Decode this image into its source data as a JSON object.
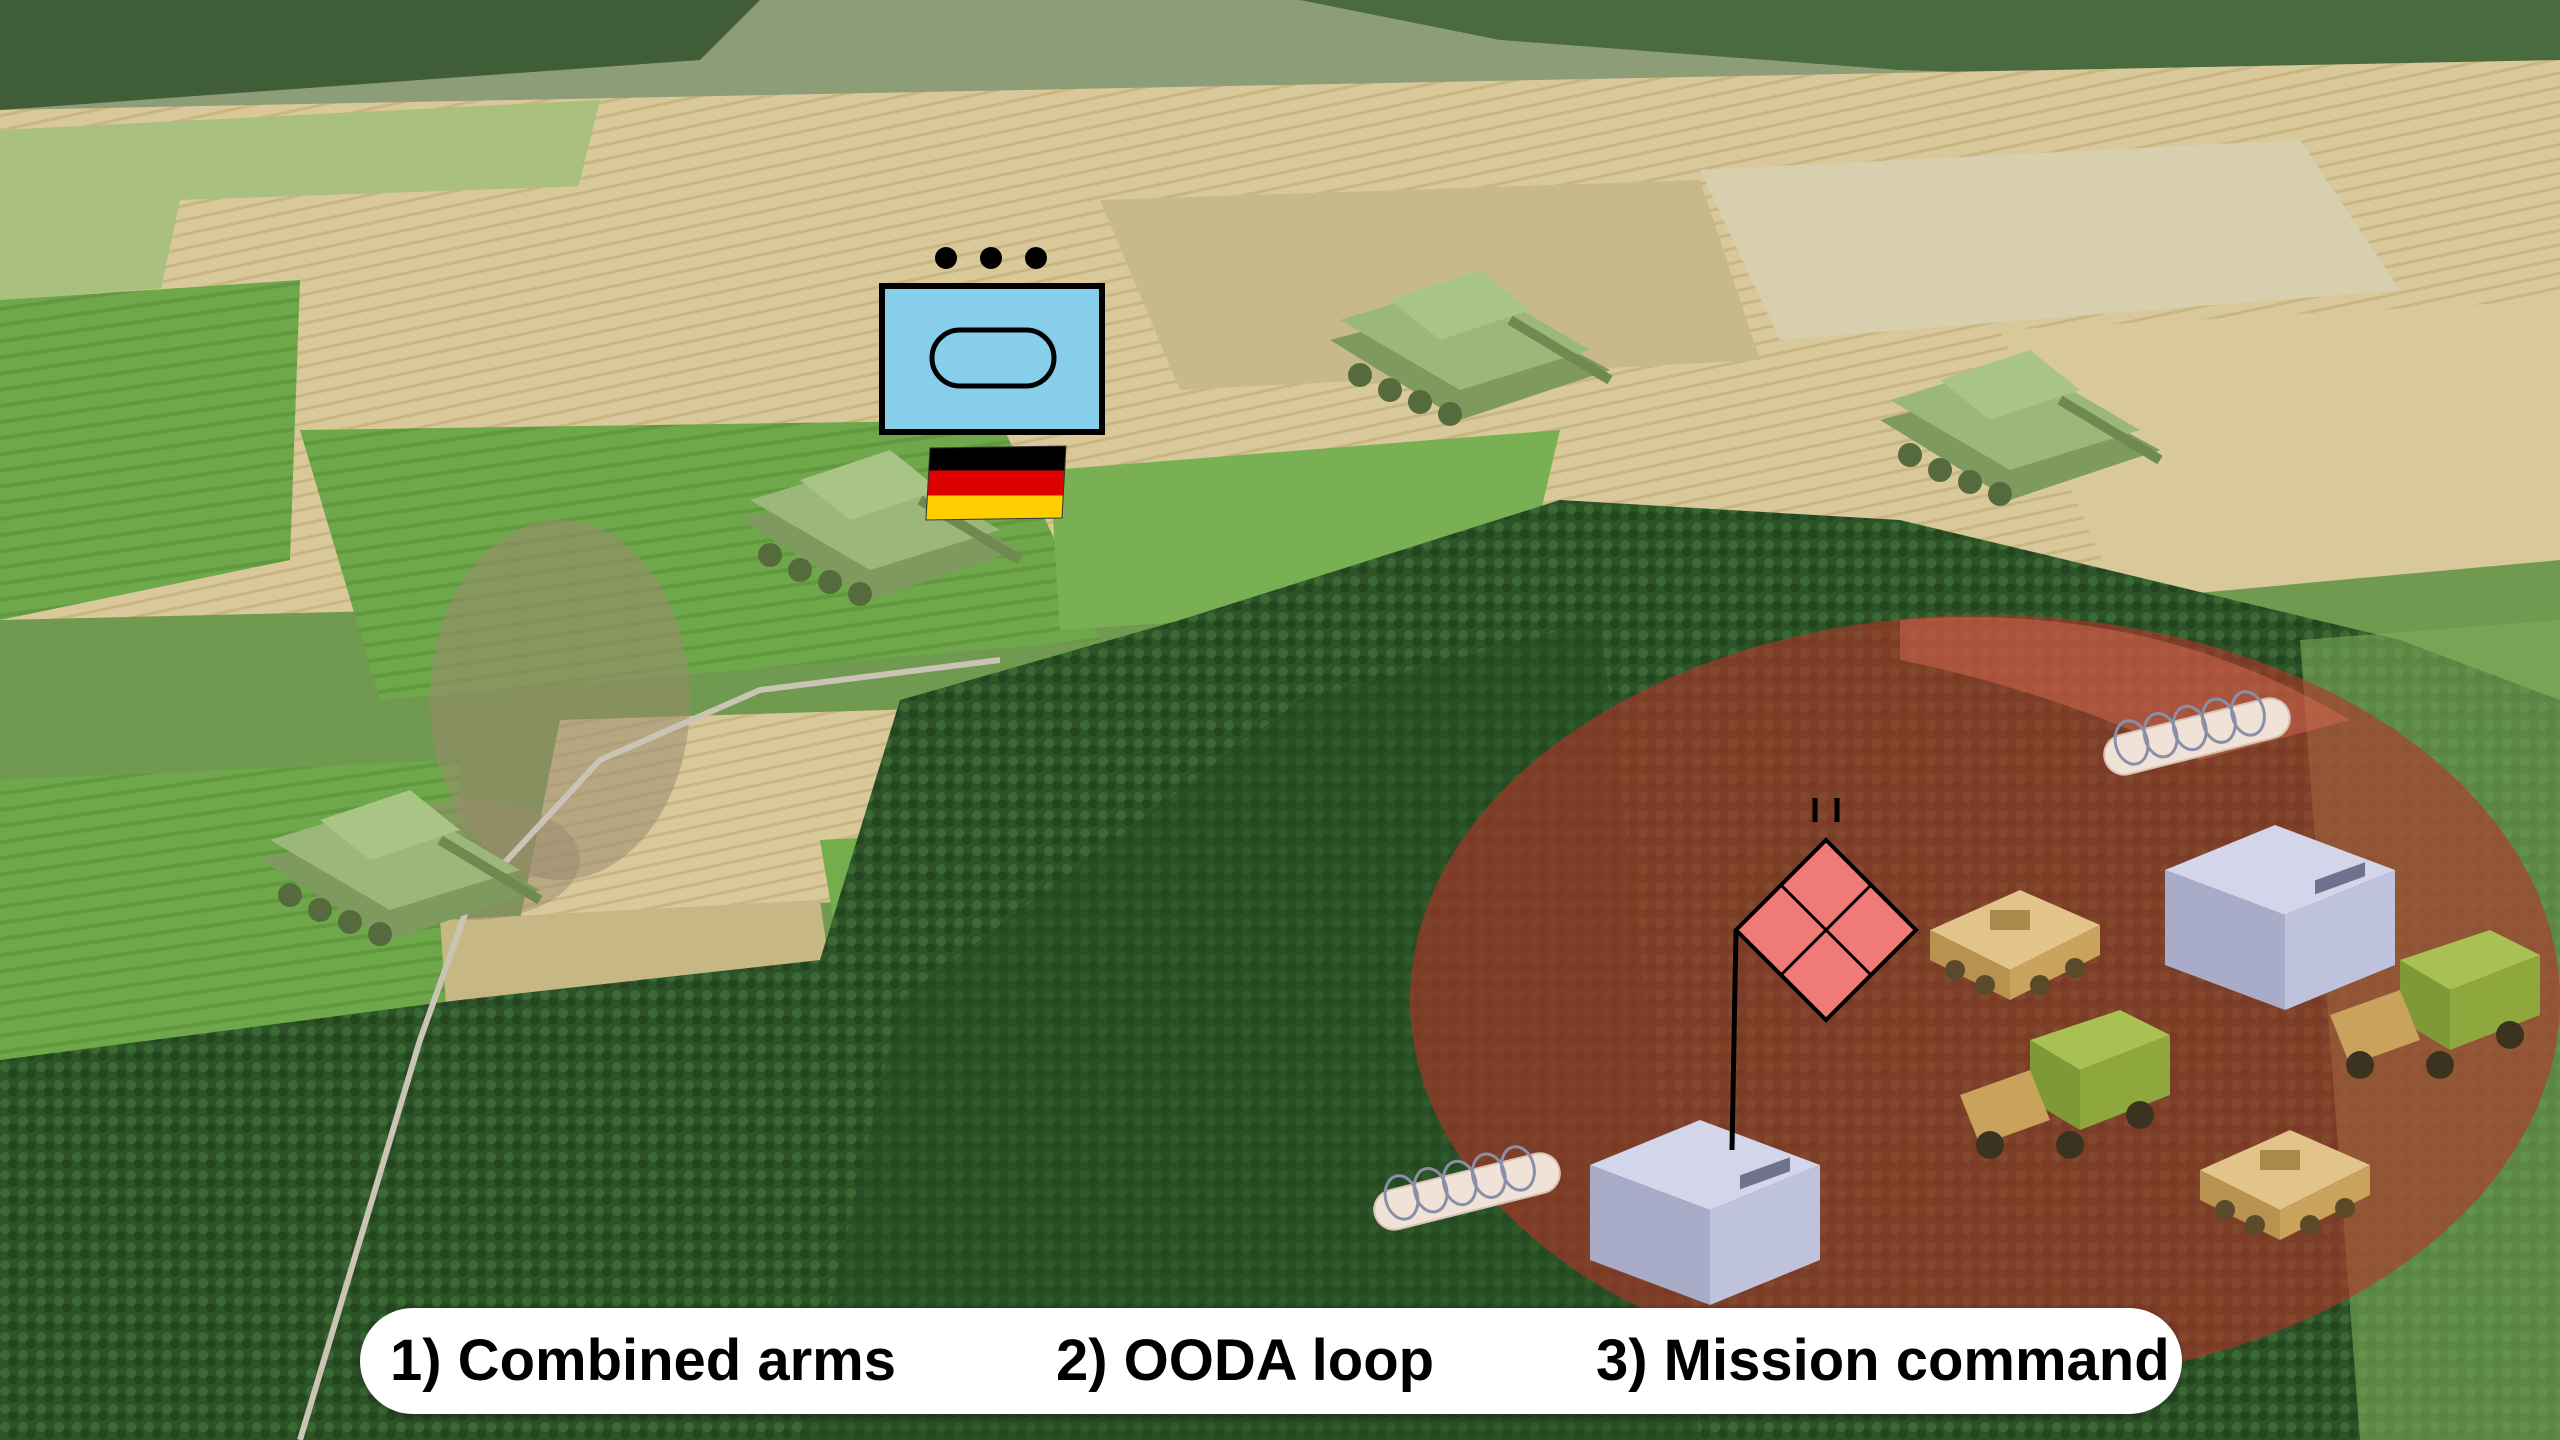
{
  "concepts": [
    {
      "label": "1) Combined arms"
    },
    {
      "label": "2) OODA loop"
    },
    {
      "label": "3) Mission command"
    }
  ],
  "symbols": {
    "friendly_unit": {
      "icon": "armour-unit-symbol",
      "size_indicator": "•••",
      "color": "#87ceeb"
    },
    "nation_flag": {
      "icon": "germany-flag",
      "colors": [
        "#000000",
        "#dd0000",
        "#ffce00"
      ]
    },
    "hostile_hq": {
      "icon": "hostile-hq-diamond",
      "size_indicator": "II",
      "color": "#f07a78"
    },
    "hostile_area": {
      "color": "#b5322a"
    }
  },
  "palette": {
    "tank": "#9bb87a",
    "bunker": "#b9bcd8",
    "vehicle": "#c9a25b",
    "truck_canvas": "#8fa83e"
  }
}
